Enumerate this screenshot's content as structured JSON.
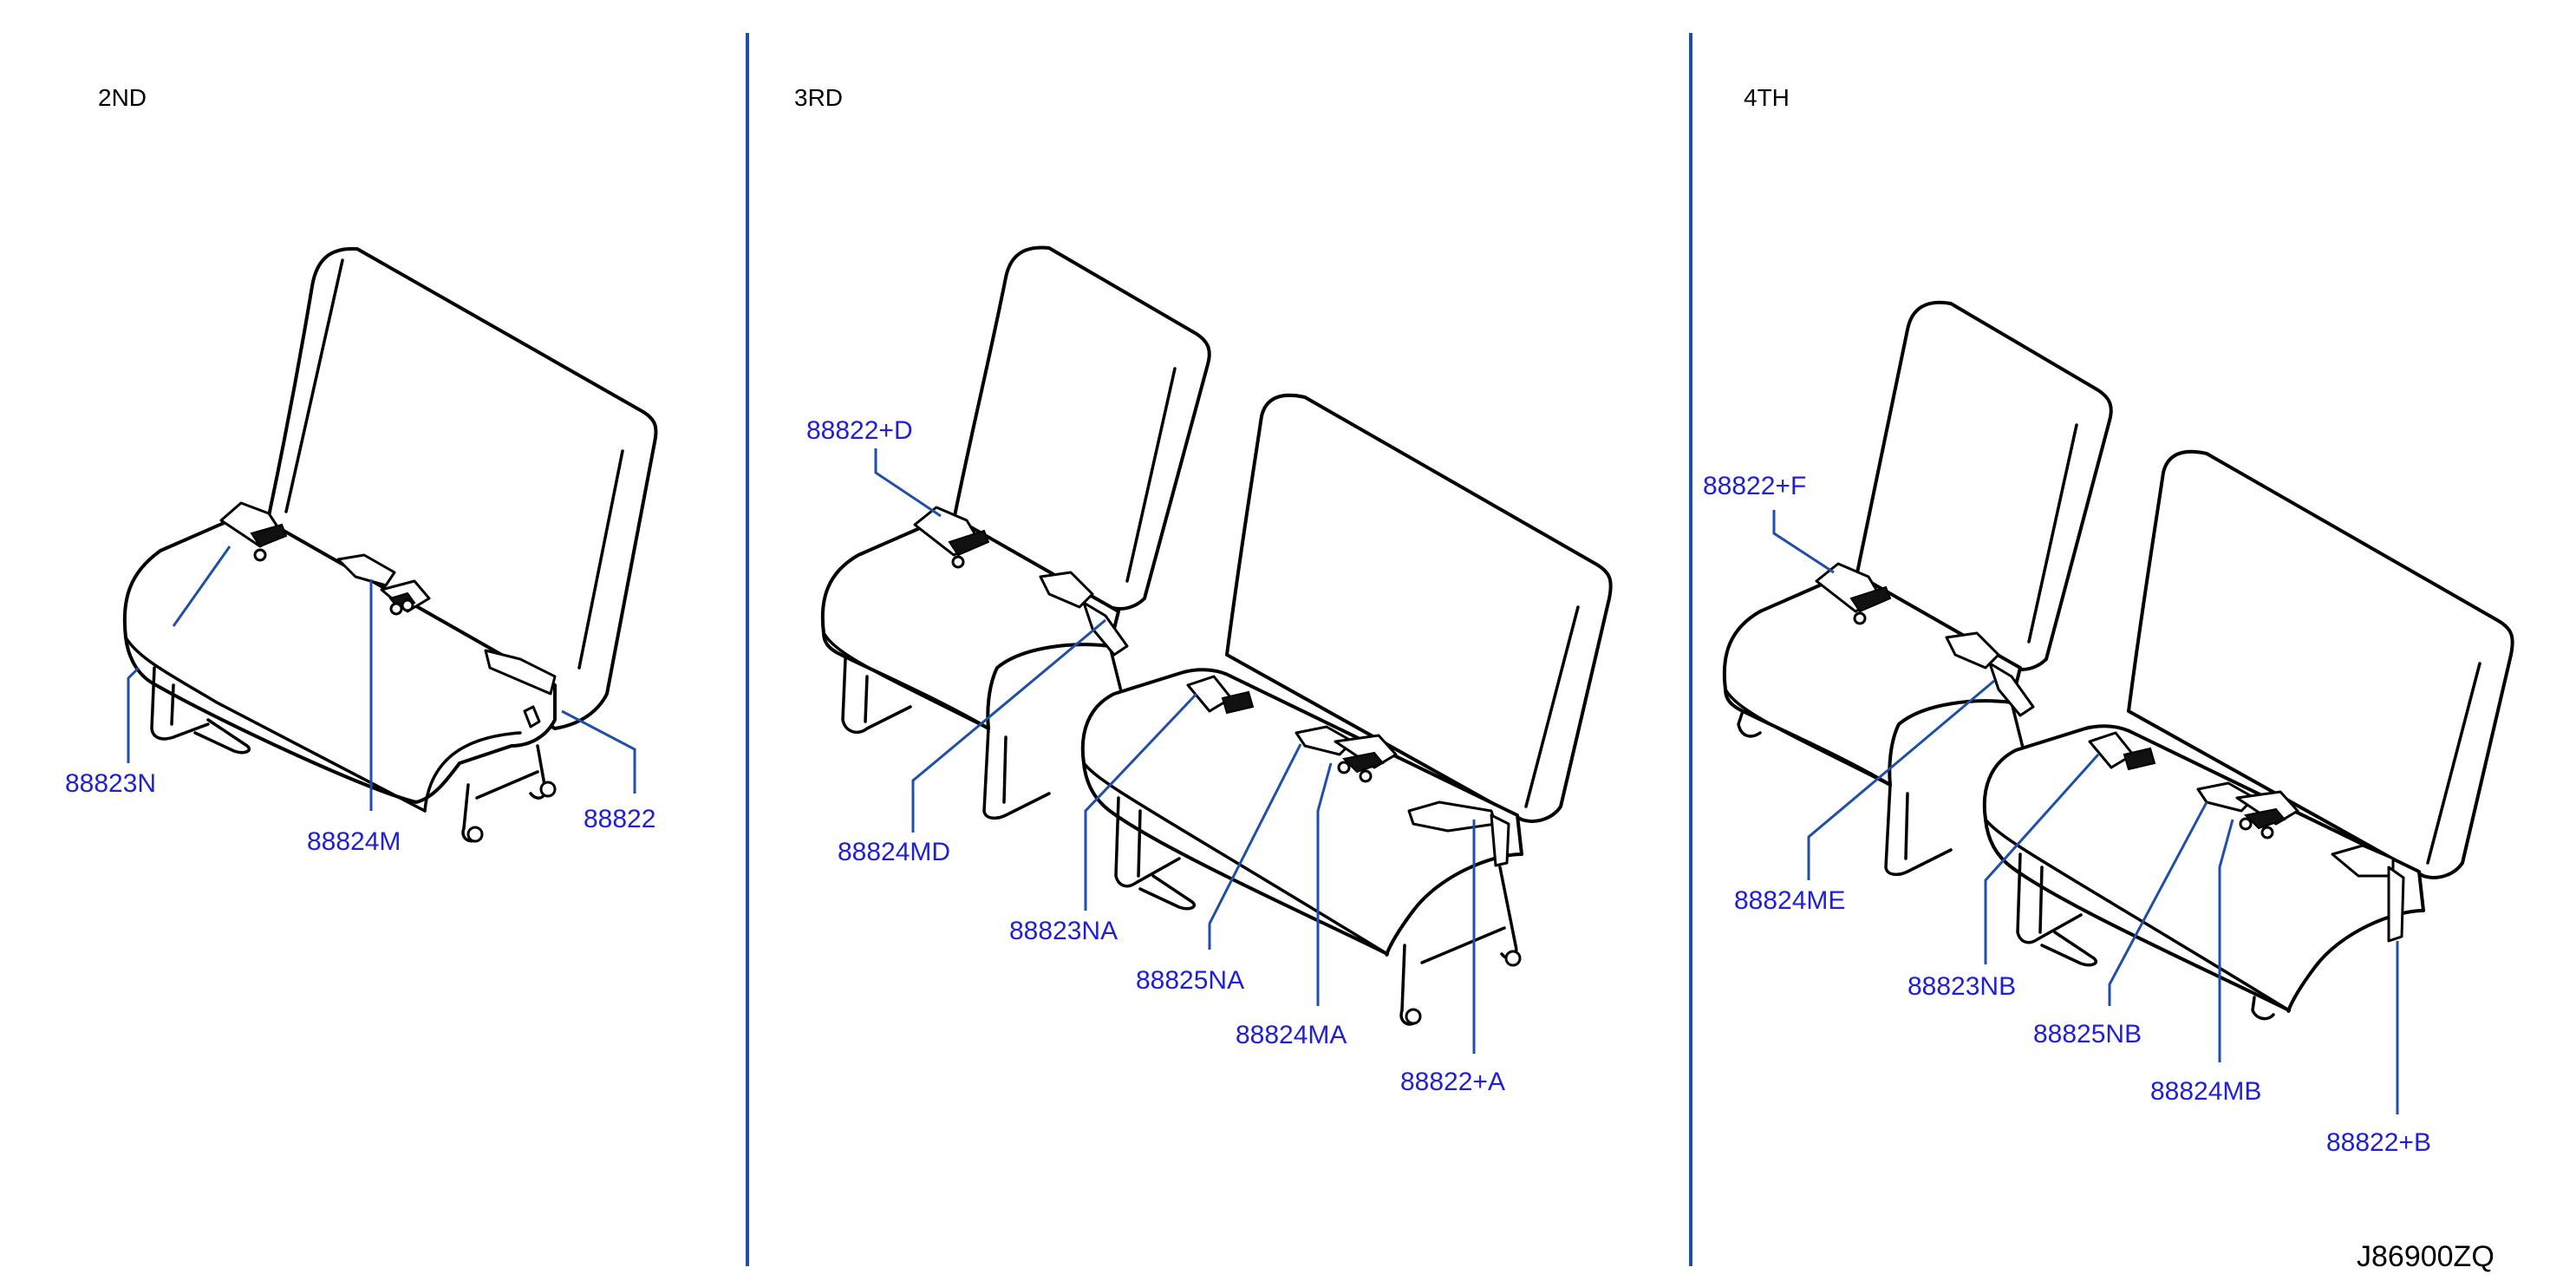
{
  "sections": {
    "second": "2ND",
    "third": "3RD",
    "fourth": "4TH"
  },
  "labels": {
    "second_88823N": "88823N",
    "second_88824M": "88824M",
    "second_88822": "88822",
    "third_88822D": "88822+D",
    "third_88824MD": "88824MD",
    "third_88823NA": "88823NA",
    "third_88825NA": "88825NA",
    "third_88824MA": "88824MA",
    "third_88822A": "88822+A",
    "fourth_88822F": "88822+F",
    "fourth_88824ME": "88824ME",
    "fourth_88823NB": "88823NB",
    "fourth_88825NB": "88825NB",
    "fourth_88824MB": "88824MB",
    "fourth_88822B": "88822+B"
  },
  "diagram_code": "J86900ZQ",
  "colors": {
    "label": "#1f1fd6",
    "leader_line": "#1f4fa8",
    "divider": "#1f4fa8",
    "drawing": "#000000"
  }
}
